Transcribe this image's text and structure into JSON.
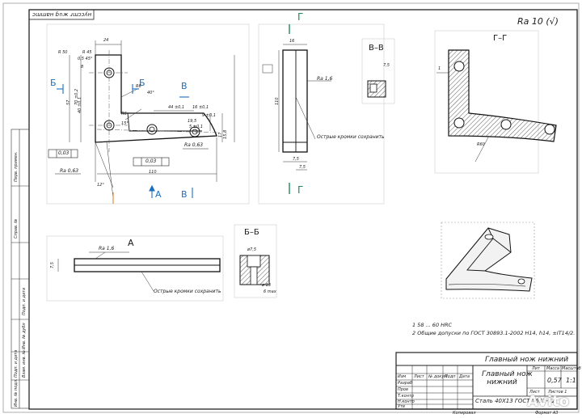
{
  "sheet": {
    "top_stamp": "ɔɯɯɐн ɓ∩ж ɹɯɔɔʎн",
    "roughness_general": "Ra 10 (√)"
  },
  "views": {
    "main": {
      "section_marks": [
        "Б",
        "Б",
        "В",
        "А",
        "В"
      ],
      "dims": [
        "24",
        "R 50",
        "R 45",
        "0,5 45°",
        "8",
        "40 ±0,1",
        "57",
        "70 ±0,2",
        "R6",
        "16 ±0,1",
        "44 ±0,1",
        "R6",
        "9 ±0,1",
        "19,5",
        "5 ±0,1",
        "17",
        "15,8",
        "40°",
        "15°",
        "12°",
        "110"
      ],
      "tolerances": [
        "0,03",
        "0,03"
      ],
      "roughness": [
        "Ra 0,63",
        "Ra 0,63"
      ]
    },
    "side": {
      "section_mark_top": "Г",
      "section_mark_bottom": "Г",
      "dims": [
        "16",
        "Ra 1,6",
        "110",
        "7,5",
        "7,5"
      ],
      "note": "Острые кромки сохранить"
    },
    "section_vv": {
      "title": "В–В",
      "dim": "7,5"
    },
    "section_gg": {
      "title": "Г–Г",
      "dims": [
        "1",
        "R60"
      ]
    },
    "view_a": {
      "title": "А",
      "roughness": "Ra 1,6",
      "dim": "7,5",
      "note": "Острые кромки сохранить"
    },
    "section_bb": {
      "title": "Б–Б",
      "dims": [
        "ø7,5",
        "ø 13",
        "6 max"
      ]
    }
  },
  "notes": [
    "1 58 ... 60 HRC",
    "2 Общие допуски по ГОСТ 30893.1-2002 H14, h14, ±IT14/2."
  ],
  "title_block": {
    "designation": "Главный нож нижний",
    "name": "Главный нож\nнижний",
    "material": "Сталь 40Х13 ГОСТ 5632-72",
    "mass": "0,57",
    "scale": "1:1",
    "headers": {
      "lit": "Лит",
      "mass": "Масса",
      "scale": "Масштаб",
      "sheet": "Лист",
      "sheets": "Листов 1"
    },
    "rows": [
      "Изм",
      "Лист",
      "№ докум",
      "Подп",
      "Дата",
      "Разраб",
      "Пров",
      "Т.контр",
      "Н.контр",
      "Утв"
    ],
    "copied": "Копировал",
    "format": "Формат  А3"
  },
  "side_stamps": [
    "Перв. примен.",
    "Справ. №",
    "Подп. и дата",
    "Инв. № дубл",
    "Взам. инв. №",
    "Подп. и дата",
    "Инв. № подл."
  ],
  "watermark": "Avito"
}
